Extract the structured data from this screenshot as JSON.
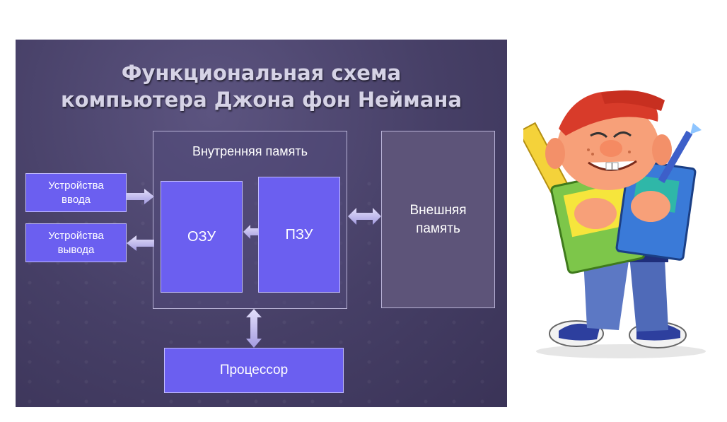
{
  "title": {
    "line1": "Функциональная схема",
    "line2": "компьютера Джона фон Неймана"
  },
  "blocks": {
    "internal_memory": "Внутренняя память",
    "input_devices": [
      "Устройства",
      "ввода"
    ],
    "output_devices": [
      "Устройства",
      "вывода"
    ],
    "ram": "ОЗУ",
    "rom": "ПЗУ",
    "external_memory": [
      "Внешняя",
      "память"
    ],
    "processor": "Процессор"
  },
  "colors": {
    "slide_bg": "#463f66",
    "block_blue": "#6b5ff0",
    "external_block": "#5d5479",
    "arrow": "#c6c0ee"
  },
  "illustration": "cartoon-boy-with-books-icon"
}
